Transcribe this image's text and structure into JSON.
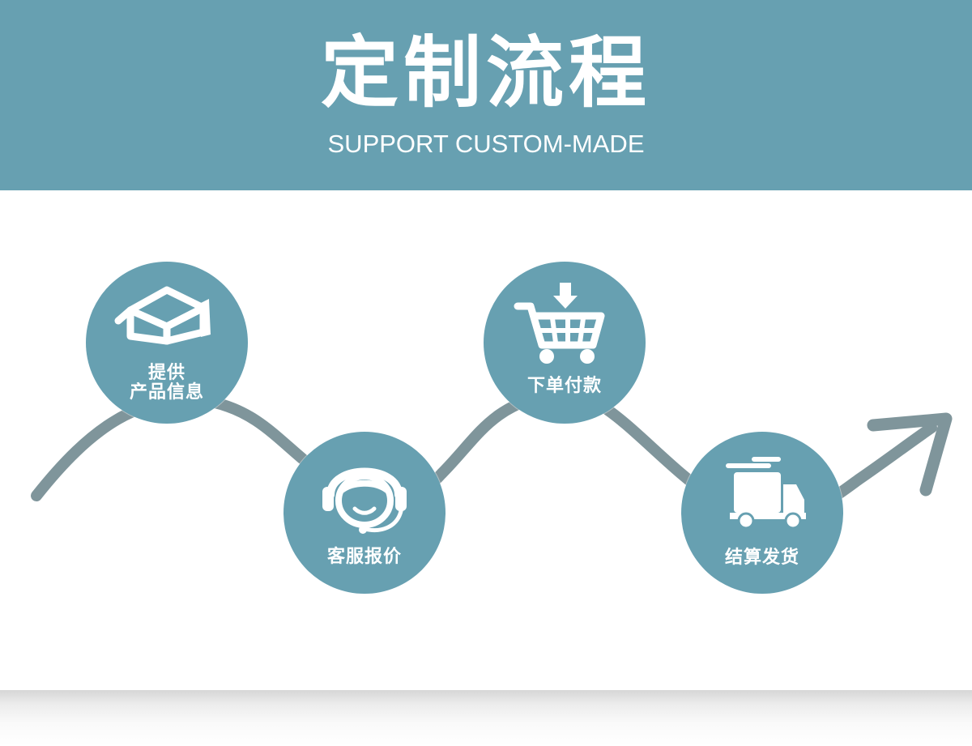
{
  "header": {
    "title": "定制流程",
    "subtitle": "SUPPORT CUSTOM-MADE",
    "background": "#67a0b1"
  },
  "steps": [
    {
      "icon": "box-icon",
      "label_line1": "提供",
      "label_line2": "产品信息"
    },
    {
      "icon": "headset-icon",
      "label_line1": "客服报价",
      "label_line2": ""
    },
    {
      "icon": "cart-icon",
      "label_line1": "下单付款",
      "label_line2": ""
    },
    {
      "icon": "truck-icon",
      "label_line1": "结算发货",
      "label_line2": ""
    }
  ],
  "colors": {
    "circle": "#67a0b1",
    "path": "#7f959b",
    "icon": "#ffffff"
  }
}
